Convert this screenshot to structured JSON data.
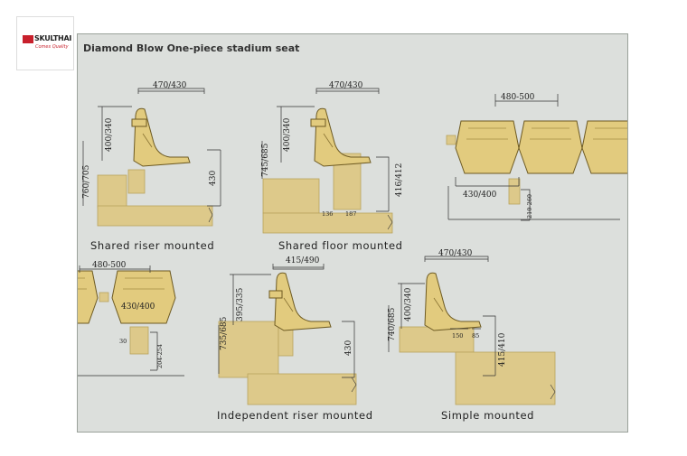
{
  "brand": {
    "name": "SKULTHAI",
    "tagline": "Comes Quality"
  },
  "title": "Diamond Blow One-piece stadium seat",
  "diagrams": {
    "shared_riser": {
      "caption": "Shared riser mounted",
      "width": "470/430",
      "seat_h": "400/340",
      "total_h": "760/705",
      "base_h": "430"
    },
    "shared_floor": {
      "caption": "Shared floor mounted",
      "width": "470/430",
      "seat_h": "400/340",
      "total_h": "745/685",
      "base_h": "416/412",
      "leg_a": "136",
      "leg_b": "187"
    },
    "row_top": {
      "spacing": "480-500",
      "width": "430/400",
      "offset": "210-260"
    },
    "row_bottom": {
      "spacing": "480-500",
      "width": "430/400",
      "small": "30",
      "offset": "204-254"
    },
    "independent_riser": {
      "caption": "Independent riser mounted",
      "width": "415/490",
      "seat_h": "395/335",
      "total_h": "735/685",
      "base_h": "430"
    },
    "simple": {
      "caption": "Simple mounted",
      "width": "470/430",
      "seat_h": "400/340",
      "total_h": "740/685",
      "base_h": "415/410",
      "leg_a": "150",
      "leg_b": "85"
    }
  }
}
